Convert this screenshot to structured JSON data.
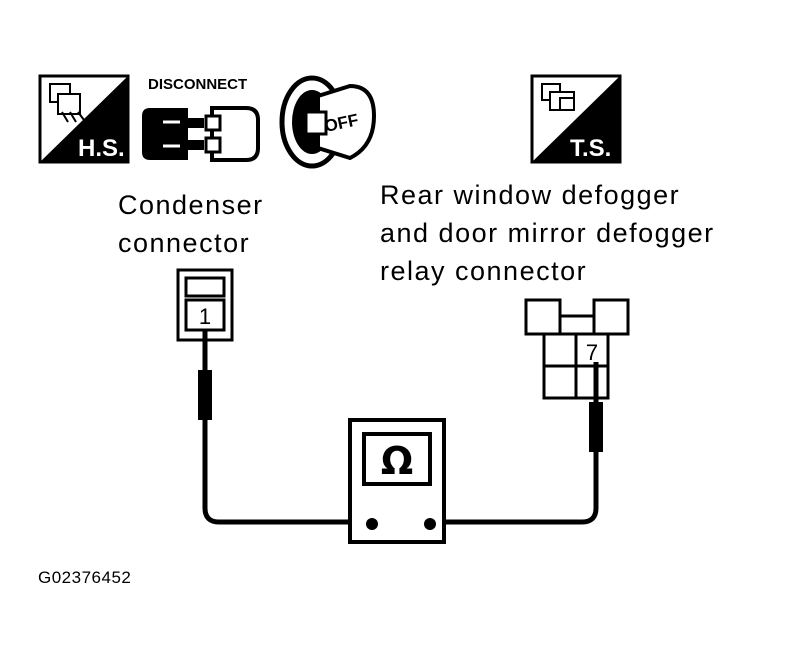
{
  "badges": {
    "hs": "H.S.",
    "disconnect": "DISCONNECT",
    "off": "OFF",
    "ts": "T.S."
  },
  "labels": {
    "condenser": [
      "Condenser",
      "connector"
    ],
    "relay": [
      "Rear window defogger",
      "and door mirror defogger",
      "relay connector"
    ]
  },
  "pins": {
    "condenser": "1",
    "relay": "7"
  },
  "meter": {
    "symbol": "Ω"
  },
  "figure_code": "G02376452"
}
